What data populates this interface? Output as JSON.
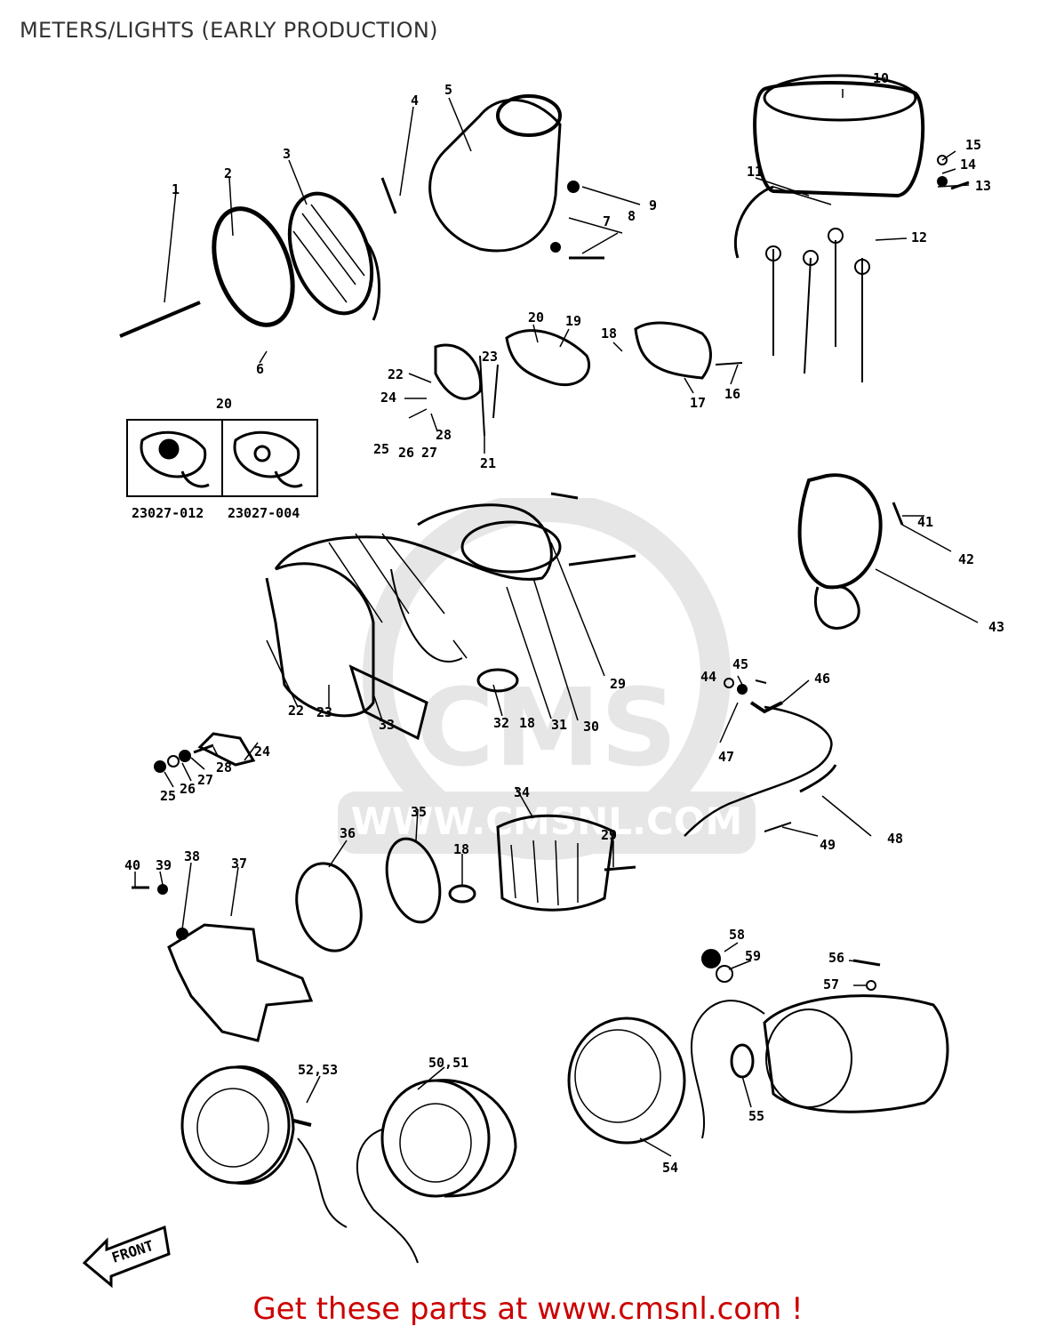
{
  "title": "METERS/LIGHTS (EARLY PRODUCTION)",
  "footer": "Get these parts at www.cmsnl.com !",
  "watermark": {
    "brand": "CMS",
    "site": "WWW.CMSNL.COM"
  },
  "inset": {
    "label": "20",
    "left_part": "23027-012",
    "right_part": "23027-004"
  },
  "callouts": [
    "1",
    "2",
    "3",
    "4",
    "5",
    "6",
    "7",
    "8",
    "9",
    "10",
    "11",
    "12",
    "13",
    "14",
    "15",
    "16",
    "17",
    "18",
    "19",
    "20",
    "21",
    "22",
    "23",
    "24",
    "25",
    "26",
    "27",
    "28",
    "29",
    "30",
    "31",
    "32",
    "33",
    "34",
    "35",
    "36",
    "37",
    "38",
    "39",
    "40",
    "41",
    "42",
    "43",
    "44",
    "45",
    "46",
    "47",
    "48",
    "49",
    "50,51",
    "52,53",
    "54",
    "55",
    "56",
    "57",
    "58",
    "59"
  ],
  "front_label": "FRONT",
  "colors": {
    "title": "#333333",
    "footer": "#cc0000",
    "line": "#000000"
  }
}
